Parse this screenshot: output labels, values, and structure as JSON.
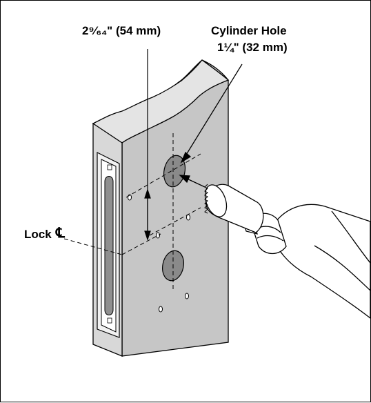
{
  "labels": {
    "backset": "2⁹⁄₆₄\" (54 mm)",
    "cylinder_title": "Cylinder Hole",
    "cylinder_size": "1¼\" (32 mm)",
    "lock": "Lock",
    "centerline_symbol": "℄"
  },
  "colors": {
    "door_face": "#c6c6c6",
    "door_top": "#e4e4e4",
    "door_edge": "#d8d8d8",
    "hole": "#8a8a8a",
    "drill_body": "#ffffff",
    "outline": "#000000"
  }
}
